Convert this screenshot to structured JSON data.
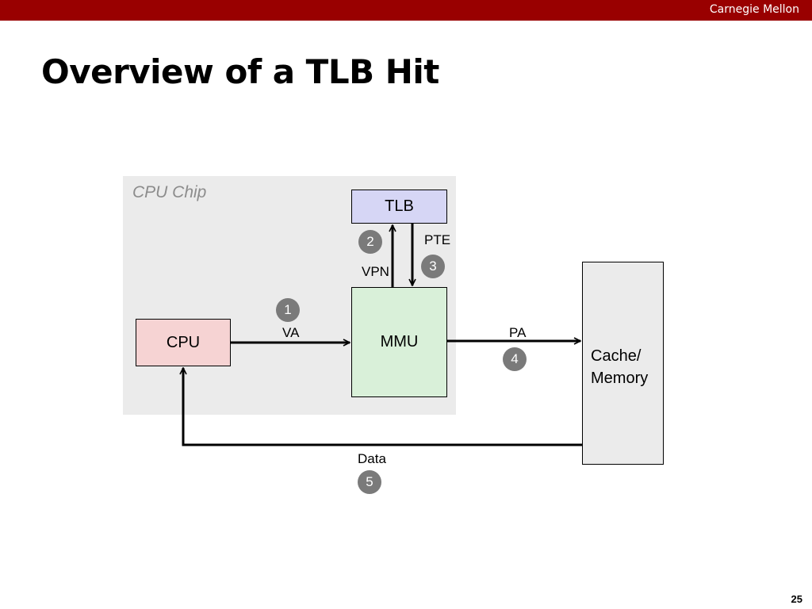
{
  "header": {
    "organization": "Carnegie Mellon"
  },
  "slide": {
    "title": "Overview of a TLB Hit",
    "page_number": "25"
  },
  "diagram": {
    "container_label": "CPU Chip",
    "nodes": {
      "cpu": "CPU",
      "tlb": "TLB",
      "mmu": "MMU",
      "memory": [
        "Cache/",
        "Memory"
      ]
    },
    "edges": {
      "va": {
        "label": "VA",
        "step": "1"
      },
      "vpn": {
        "label": "VPN",
        "step": "2"
      },
      "pte": {
        "label": "PTE",
        "step": "3"
      },
      "pa": {
        "label": "PA",
        "step": "4"
      },
      "data": {
        "label": "Data",
        "step": "5"
      }
    }
  },
  "colors": {
    "brand_bar": "#990000",
    "chip_bg": "#ebebeb",
    "cpu_fill": "#f6d3d3",
    "tlb_fill": "#d6d6f5",
    "mmu_fill": "#d9f0d9",
    "step_badge": "#7a7a7a"
  }
}
